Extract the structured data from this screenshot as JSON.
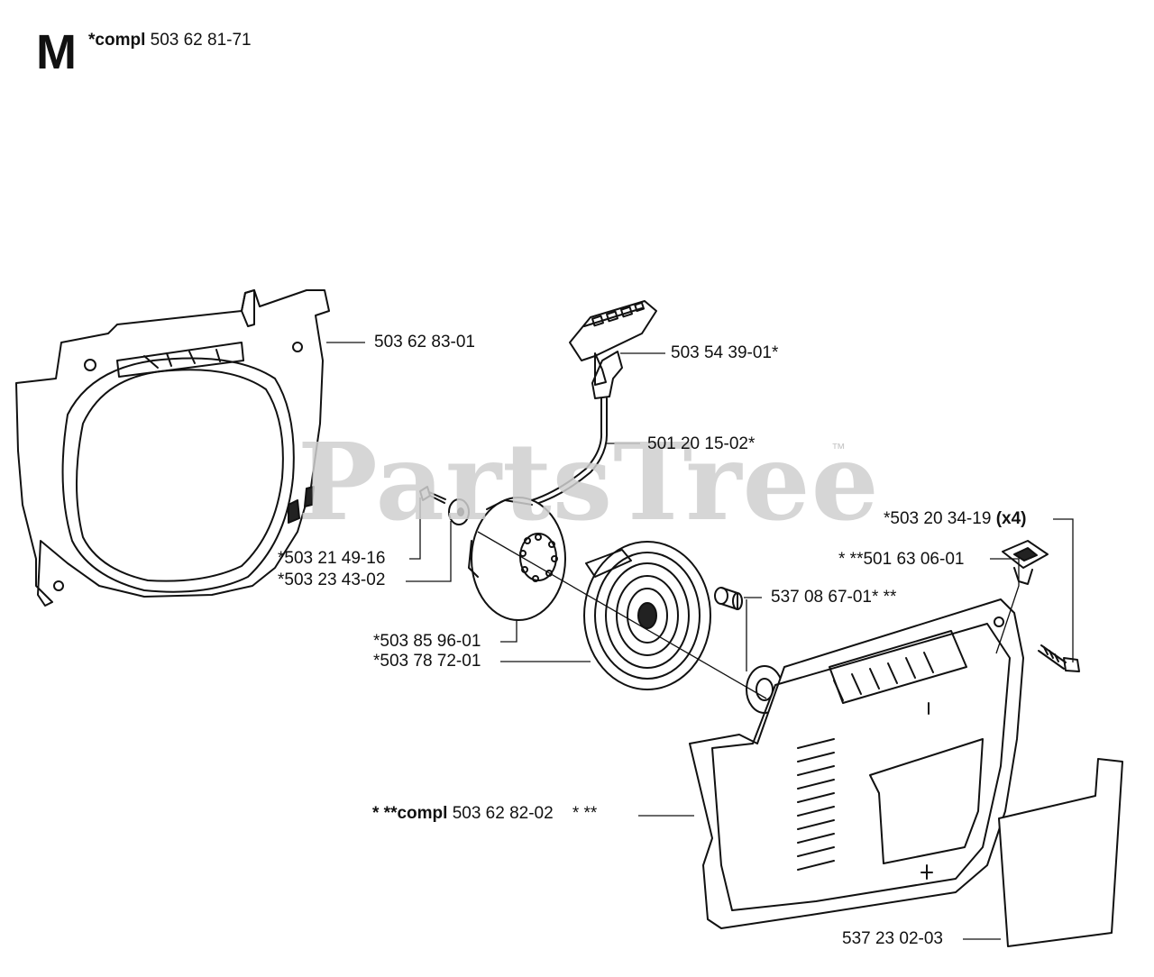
{
  "header": {
    "section_letter": "M",
    "kit_prefix": "*compl",
    "kit_number": "503 62 81-71"
  },
  "watermark": {
    "text": "PartsTree",
    "trademark": "™"
  },
  "callouts": [
    {
      "id": "fan-housing",
      "prefix": "",
      "number": "503 62 83-01",
      "suffix": "",
      "bold_suffix": ""
    },
    {
      "id": "starter-handle",
      "prefix": "",
      "number": "503 54 39-01*",
      "suffix": "",
      "bold_suffix": ""
    },
    {
      "id": "starter-cord",
      "prefix": "",
      "number": "501 20 15-02*",
      "suffix": "",
      "bold_suffix": ""
    },
    {
      "id": "cover-screw",
      "prefix": "*",
      "number": "503 20 34-19",
      "suffix": "",
      "bold_suffix": "(x4)"
    },
    {
      "id": "grommet",
      "prefix": "* **",
      "number": "501 63 06-01",
      "suffix": "",
      "bold_suffix": ""
    },
    {
      "id": "sleeve",
      "prefix": "",
      "number": "537 08 67-01* **",
      "suffix": "",
      "bold_suffix": ""
    },
    {
      "id": "pulley-screw",
      "prefix": "*",
      "number": "503 21 49-16",
      "suffix": "",
      "bold_suffix": ""
    },
    {
      "id": "pulley-washer",
      "prefix": "*",
      "number": "503 23 43-02",
      "suffix": "",
      "bold_suffix": ""
    },
    {
      "id": "rope-pulley",
      "prefix": "*",
      "number": "503 85 96-01",
      "suffix": "",
      "bold_suffix": ""
    },
    {
      "id": "recoil-spring",
      "prefix": "*",
      "number": "503 78 72-01",
      "suffix": "",
      "bold_suffix": ""
    },
    {
      "id": "starter-cover",
      "prefix": "* **",
      "bold_prefix": "compl",
      "number": "503 62 82-02",
      "suffix": "* **",
      "bold_suffix": ""
    },
    {
      "id": "decal",
      "prefix": "",
      "number": "537 23 02-03",
      "suffix": "",
      "bold_suffix": ""
    }
  ]
}
